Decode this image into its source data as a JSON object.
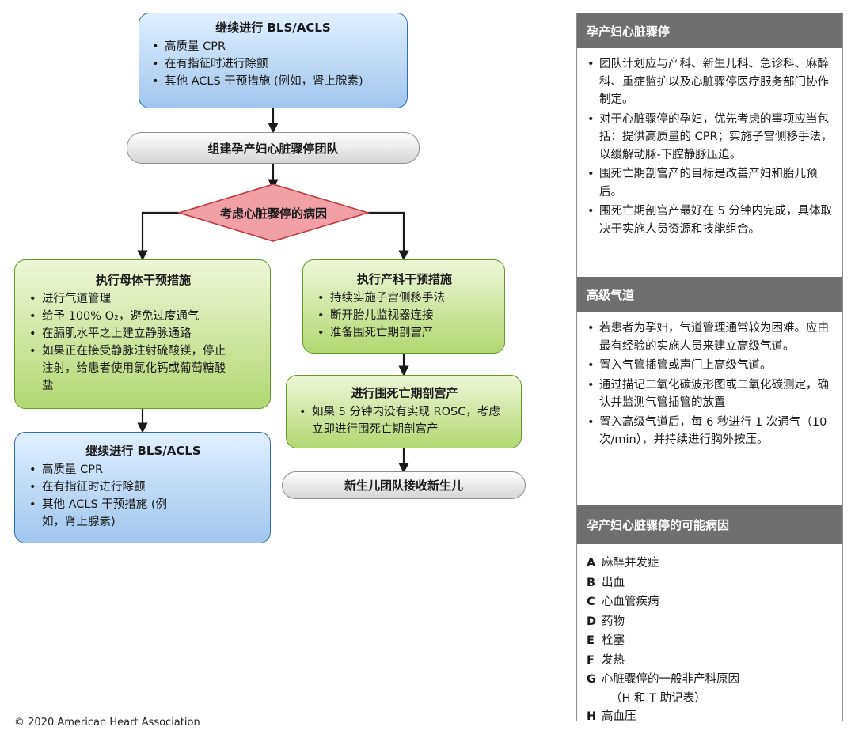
{
  "flow": {
    "top_box": {
      "title": "继续进行 BLS/ACLS",
      "items": [
        "高质量 CPR",
        "在有指征时进行除颤",
        "其他 ACLS 干预措施 (例如，肾上腺素)"
      ]
    },
    "team_pill": "组建孕产妇心脏骤停团队",
    "diamond": "考虑心脏骤停的病因",
    "maternal_box": {
      "title": "执行母体干预措施",
      "items": [
        "进行气道管理",
        "给予 100% O₂，避免过度通气",
        "在膈肌水平之上建立静脉通路",
        "如果正在接受静脉注射硫酸镁，停止注射，给患者使用氯化钙或葡萄糖酸盐"
      ]
    },
    "bottom_left_box": {
      "title": "继续进行 BLS/ACLS",
      "items": [
        "高质量 CPR",
        "在有指征时进行除颤",
        "其他 ACLS 干预措施 (例如，肾上腺素)"
      ]
    },
    "obstetric_box": {
      "title": "执行产科干预措施",
      "items": [
        "持续实施子宫侧移手法",
        "断开胎儿监视器连接",
        "准备围死亡期剖宫产"
      ]
    },
    "cesarean_box": {
      "title": "进行围死亡期剖宫产",
      "items": [
        "如果 5 分钟内没有实现 ROSC，考虑立即进行围死亡期剖宫产"
      ]
    },
    "newborn_pill": "新生儿团队接收新生儿"
  },
  "copyright": "© 2020 American Heart Association",
  "panel": {
    "arrest": {
      "header": "孕产妇心脏骤停",
      "items": [
        "团队计划应与产科、新生儿科、急诊科、麻醉科、重症监护以及心脏骤停医疗服务部门协作制定。",
        "对于心脏骤停的孕妇，优先考虑的事项应当包括：提供高质量的 CPR；实施子宫侧移手法，以缓解动脉-下腔静脉压迫。",
        "围死亡期剖宫产的目标是改善产妇和胎儿预后。",
        "围死亡期剖宫产最好在 5 分钟内完成，具体取决于实施人员资源和技能组合。"
      ]
    },
    "airway": {
      "header": "高级气道",
      "items": [
        "若患者为孕妇，气道管理通常较为困难。应由最有经验的实施人员来建立高级气道。",
        "置入气管插管或声门上高级气道。",
        "通过描记二氧化碳波形图或二氧化碳测定，确认并监测气管插管的放置",
        "置入高级气道后，每 6 秒进行 1 次通气（10 次/min），并持续进行胸外按压。"
      ]
    },
    "causes": {
      "header": "孕产妇心脏骤停的可能病因",
      "items": [
        {
          "letter": "A",
          "text": "麻醉并发症"
        },
        {
          "letter": "B",
          "text": "出血"
        },
        {
          "letter": "C",
          "text": "心血管疾病"
        },
        {
          "letter": "D",
          "text": "药物"
        },
        {
          "letter": "E",
          "text": "栓塞"
        },
        {
          "letter": "F",
          "text": "发热"
        },
        {
          "letter": "G",
          "text": "心脏骤停的一般非产科原因",
          "sub": "（H 和 T 助记表）"
        },
        {
          "letter": "H",
          "text": "高血压"
        }
      ]
    }
  },
  "colors": {
    "blue_border": "#2f6fb0",
    "green_border": "#5f9a2a",
    "diamond_fill": "#f2a0a8",
    "diamond_border": "#c0393f",
    "panel_header": "#6f6f6f",
    "arrow": "#1a1a1a"
  }
}
